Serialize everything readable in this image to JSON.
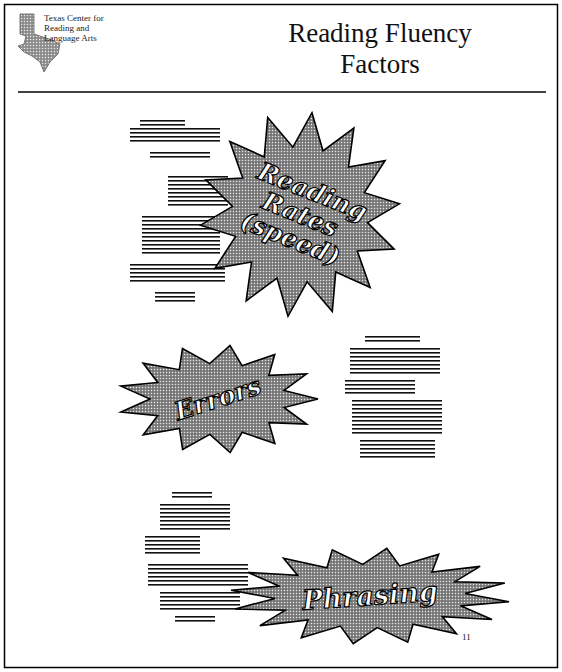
{
  "diagram": {
    "title": "Reading Fluency Factors",
    "nodes": [
      {
        "text": [
          "Reading Rates (speed)"
        ]
      },
      {
        "text": [
          "Errors"
        ]
      },
      {
        "text": [
          "Phrasing"
        ]
      }
    ],
    "labels": [
      "Texas Center for Reading and Language Arts",
      "11"
    ]
  }
}
